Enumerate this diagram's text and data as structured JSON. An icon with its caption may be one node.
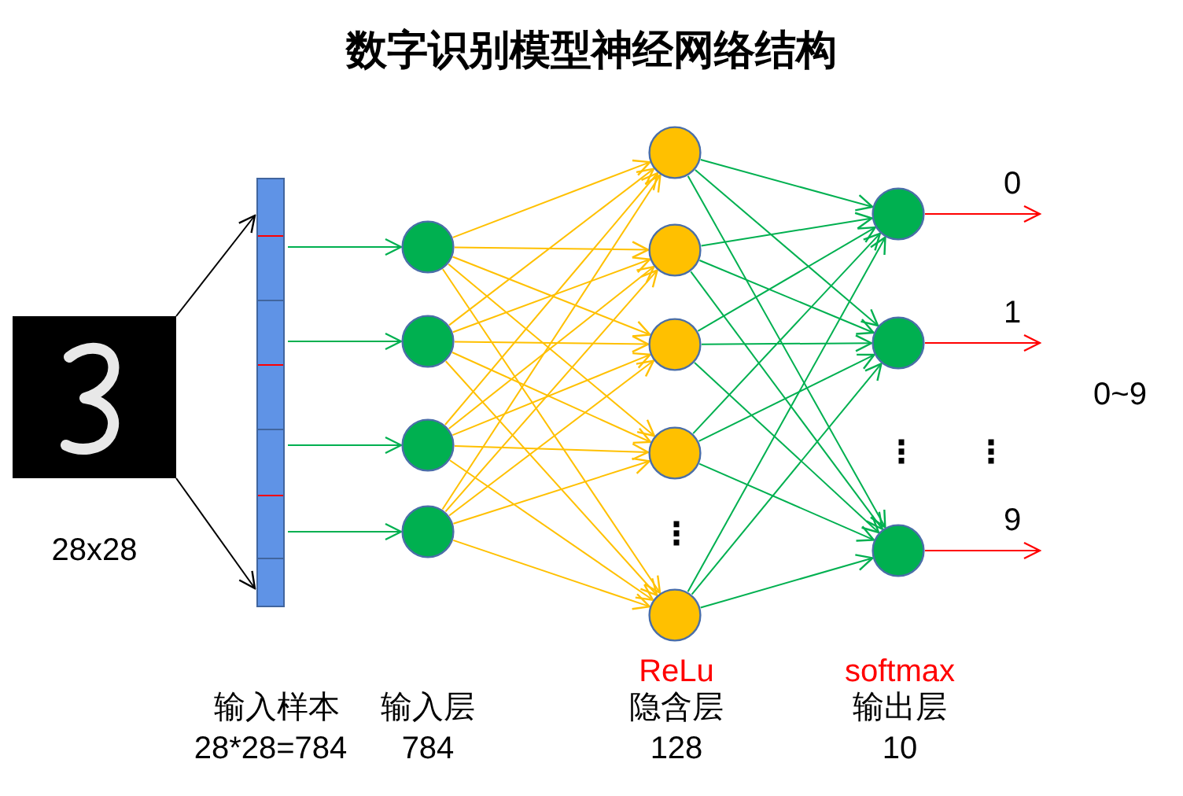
{
  "diagram": {
    "title": "数字识别模型神经网络结构",
    "nodes": [
      {
        "text": [],
        "shape": "picture",
        "beside": [
          "28x28"
        ]
      },
      {
        "text": [],
        "shape": "bar"
      },
      {
        "text": [],
        "shape": "circle"
      },
      {
        "text": [],
        "shape": "circle"
      },
      {
        "text": [],
        "shape": "circle"
      },
      {
        "text": [],
        "shape": "circle"
      },
      {
        "text": [],
        "shape": "circle"
      },
      {
        "text": [],
        "shape": "circle"
      },
      {
        "text": [],
        "shape": "circle"
      },
      {
        "text": [],
        "shape": "circle"
      },
      {
        "text": [],
        "shape": "circle"
      },
      {
        "text": [],
        "shape": "circle"
      },
      {
        "text": [],
        "shape": "circle"
      },
      {
        "text": [],
        "shape": "circle"
      }
    ],
    "edges": [
      {
        "from": 0,
        "to": 1,
        "arrow": "to",
        "color": "#000000"
      },
      {
        "from": 0,
        "to": 1,
        "arrow": "to",
        "color": "#000000"
      },
      {
        "from": 1,
        "to": 2,
        "arrow": "to",
        "color": "#00b050"
      },
      {
        "from": 1,
        "to": 3,
        "arrow": "to",
        "color": "#00b050"
      },
      {
        "from": 1,
        "to": 4,
        "arrow": "to",
        "color": "#00b050"
      },
      {
        "from": 1,
        "to": 5,
        "arrow": "to",
        "color": "#00b050"
      },
      {
        "from": 2,
        "to": 6,
        "arrow": "to"
      },
      {
        "from": 2,
        "to": 7,
        "arrow": "to"
      },
      {
        "from": 2,
        "to": 8,
        "arrow": "to"
      },
      {
        "from": 2,
        "to": 9,
        "arrow": "to"
      },
      {
        "from": 2,
        "to": 10,
        "arrow": "to"
      },
      {
        "from": 3,
        "to": 6,
        "arrow": "to"
      },
      {
        "from": 3,
        "to": 7,
        "arrow": "to"
      },
      {
        "from": 3,
        "to": 8,
        "arrow": "to"
      },
      {
        "from": 3,
        "to": 9,
        "arrow": "to"
      },
      {
        "from": 3,
        "to": 10,
        "arrow": "to"
      },
      {
        "from": 4,
        "to": 6,
        "arrow": "to"
      },
      {
        "from": 4,
        "to": 7,
        "arrow": "to"
      },
      {
        "from": 4,
        "to": 8,
        "arrow": "to"
      },
      {
        "from": 4,
        "to": 9,
        "arrow": "to"
      },
      {
        "from": 4,
        "to": 10,
        "arrow": "to"
      },
      {
        "from": 5,
        "to": 6,
        "arrow": "to"
      },
      {
        "from": 5,
        "to": 7,
        "arrow": "to"
      },
      {
        "from": 5,
        "to": 8,
        "arrow": "to"
      },
      {
        "from": 5,
        "to": 9,
        "arrow": "to"
      },
      {
        "from": 5,
        "to": 10,
        "arrow": "to"
      },
      {
        "from": 6,
        "to": 11,
        "arrow": "to",
        "color": "#00b050"
      },
      {
        "from": 6,
        "to": 12,
        "arrow": "to",
        "color": "#00b050"
      },
      {
        "from": 6,
        "to": 13,
        "arrow": "to",
        "color": "#00b050"
      },
      {
        "from": 7,
        "to": 11,
        "arrow": "to",
        "color": "#00b050"
      },
      {
        "from": 7,
        "to": 12,
        "arrow": "to",
        "color": "#00b050"
      },
      {
        "from": 7,
        "to": 13,
        "arrow": "to",
        "color": "#00b050"
      },
      {
        "from": 8,
        "to": 11,
        "arrow": "to",
        "color": "#00b050"
      },
      {
        "from": 8,
        "to": 12,
        "arrow": "to",
        "color": "#00b050"
      },
      {
        "from": 8,
        "to": 13,
        "arrow": "to",
        "color": "#00b050"
      },
      {
        "from": 9,
        "to": 11,
        "arrow": "to",
        "color": "#00b050"
      },
      {
        "from": 9,
        "to": 12,
        "arrow": "to",
        "color": "#00b050"
      },
      {
        "from": 9,
        "to": 13,
        "arrow": "to",
        "color": "#00b050"
      },
      {
        "from": 10,
        "to": 11,
        "arrow": "to",
        "color": "#00b050"
      },
      {
        "from": 10,
        "to": 12,
        "arrow": "to",
        "color": "#00b050"
      },
      {
        "from": 10,
        "to": 13,
        "arrow": "to",
        "color": "#00b050"
      },
      {
        "from": 11,
        "to": null,
        "arrow": "to",
        "color": "#ff0000",
        "label": "0"
      },
      {
        "from": 12,
        "to": null,
        "arrow": "to",
        "color": "#ff0000",
        "label": "1"
      },
      {
        "from": 13,
        "to": null,
        "arrow": "to",
        "color": "#ff0000",
        "label": "9"
      }
    ],
    "labels": [
      "0~9",
      "⋮",
      "⋮",
      "⋮",
      "ReLu",
      "softmax",
      "输入样本",
      "输入层",
      "隐含层",
      "输出层",
      "28*28=784",
      "784",
      "128",
      "10"
    ]
  }
}
